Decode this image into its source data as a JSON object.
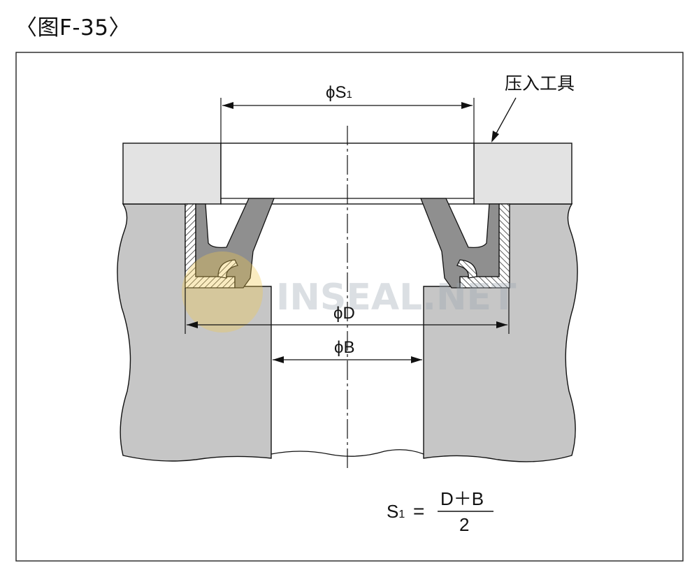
{
  "figure": {
    "title": "〈图F-35〉"
  },
  "labels": {
    "tool": "压入工具",
    "s1": "ϕS",
    "s1_sub": "1",
    "d": "ϕD",
    "b": "ϕB"
  },
  "formula": {
    "lhs": "S",
    "lhs_sub": "1",
    "eq": "=",
    "numerator": "D＋B",
    "denominator": "2"
  },
  "watermark": {
    "text": "INSEAL.NET"
  },
  "colors": {
    "housing": "#c6c6c6",
    "tool": "#e3e3e3",
    "seal_rubber": "#8f8f8f",
    "line": "#111111",
    "watermark_logo": "#f2c94c"
  }
}
